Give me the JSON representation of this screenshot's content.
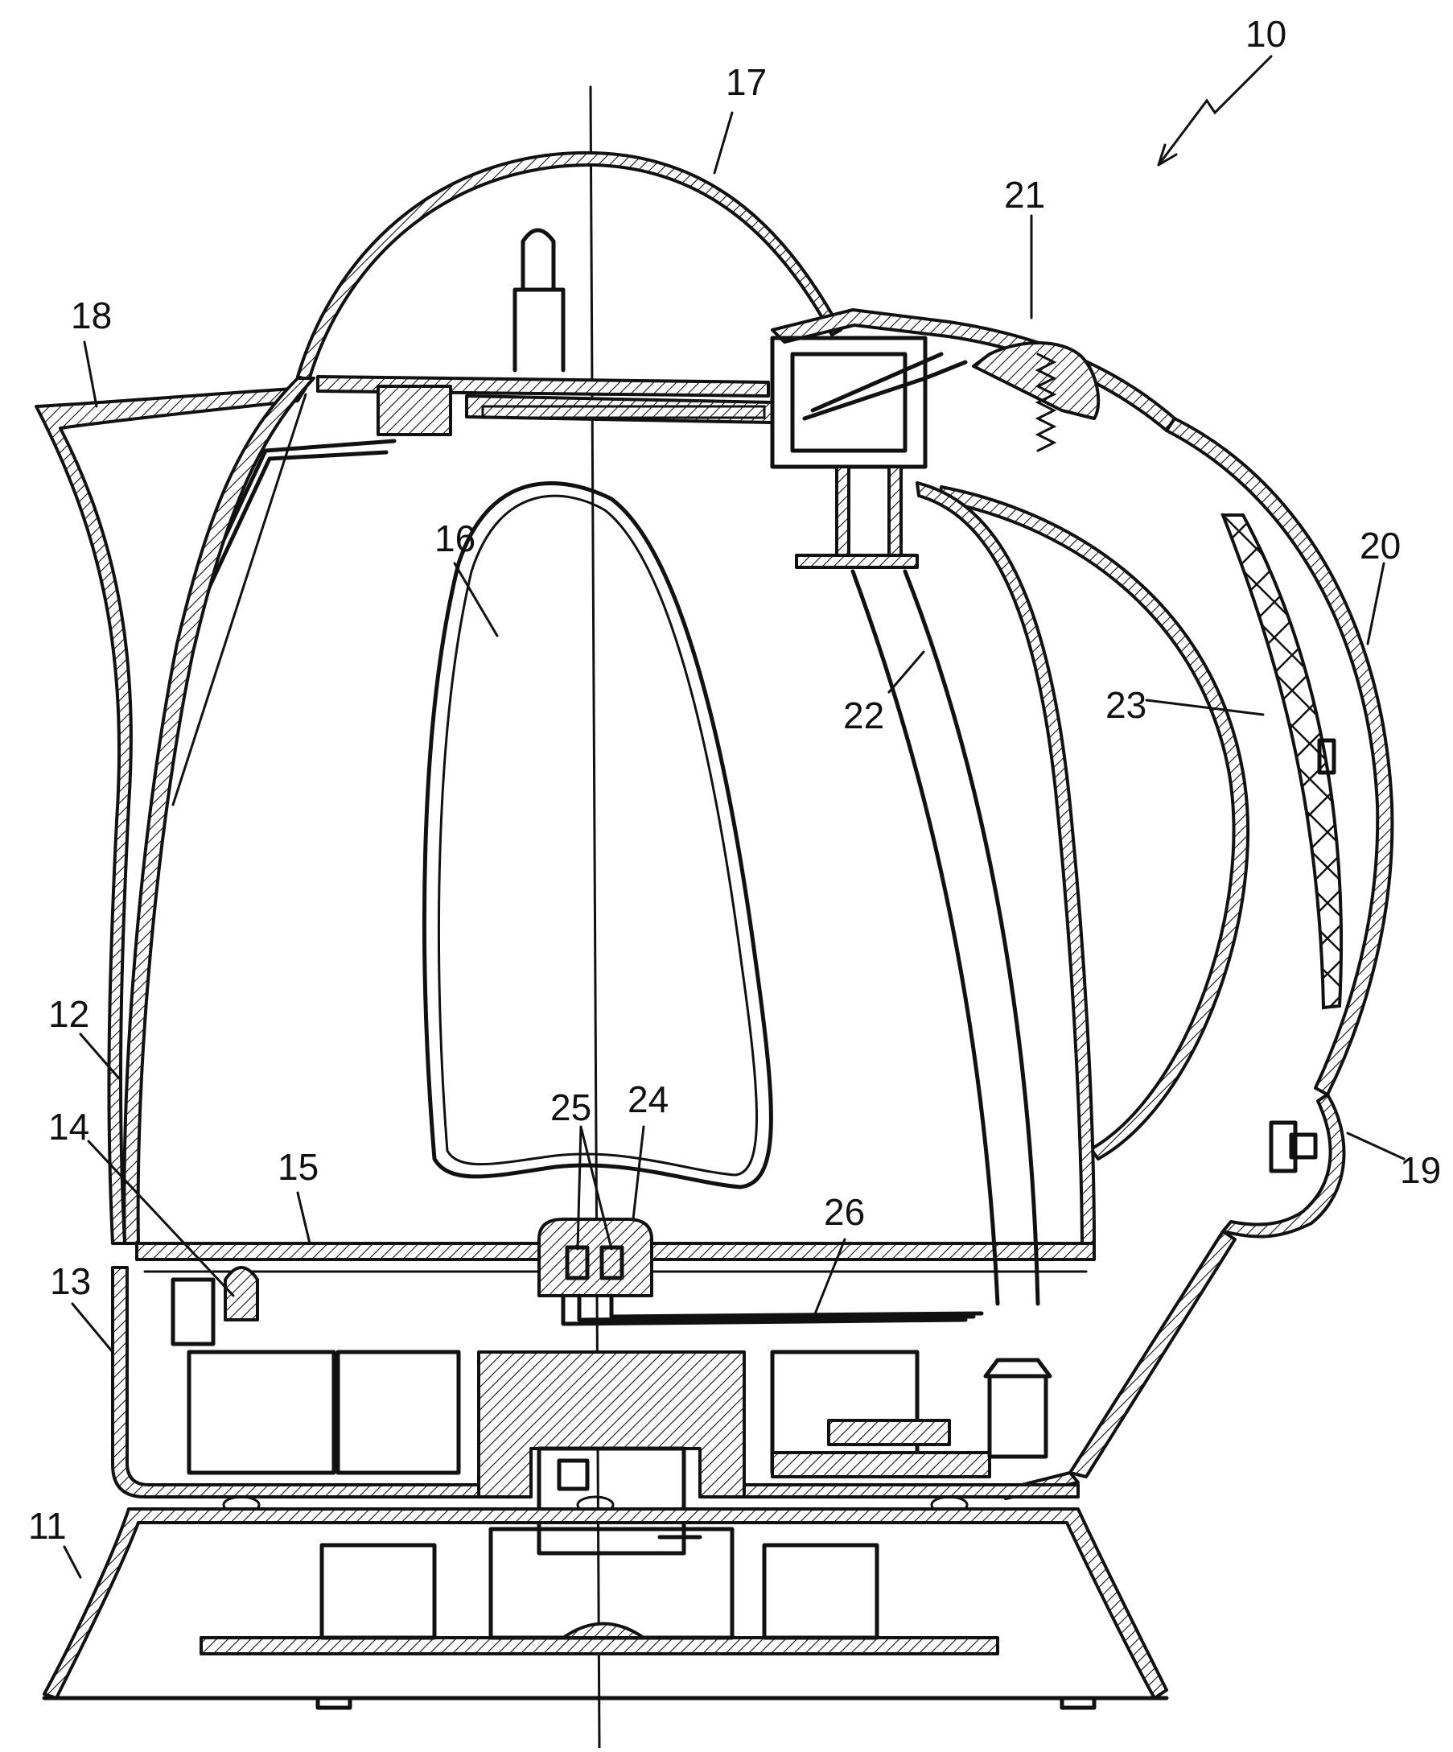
{
  "figure": {
    "reference_numerals": {
      "n10": "10",
      "n11": "11",
      "n12": "12",
      "n13": "13",
      "n14": "14",
      "n15": "15",
      "n16": "16",
      "n17": "17",
      "n18": "18",
      "n19": "19",
      "n20": "20",
      "n21": "21",
      "n22": "22",
      "n23": "23",
      "n24": "24",
      "n25": "25",
      "n26": "26"
    }
  }
}
